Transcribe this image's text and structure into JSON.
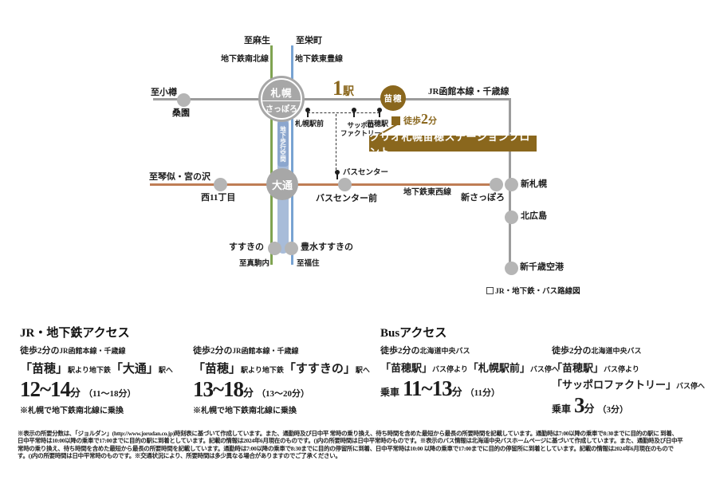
{
  "colors": {
    "brand_brown": "#8a671d",
    "tozai_orange": "#bf7d55",
    "namboku_green": "#7fa351",
    "toho_blue": "#78a3d2",
    "walkway_band": "#a8bcd9",
    "jr_gray": "#9c9c9c"
  },
  "map": {
    "to_asabu": "至麻生",
    "namboku_line": "地下鉄南北線",
    "to_sakaemachi": "至栄町",
    "toho_line": "地下鉄東豊線",
    "to_otaru": "至小樽",
    "soen": "桑園",
    "sapporo_kanji": "札幌",
    "sapporo_kana": "さっぽろ",
    "one_station_num": "1",
    "one_station_unit": "駅",
    "naebo": "苗穂",
    "jr_line": "JR函館本線・千歳線",
    "sapporo_ekimae_stop": "札幌駅前",
    "factory_stop": "サッポロ\nファクトリー",
    "naebo_stop": "苗穂駅",
    "walk_prefix": "徒歩",
    "walk_num": "2",
    "walk_unit": "分",
    "property_name": "クリオ札幌苗穂ステーションフロント",
    "bus_center_stop": "バスセンター",
    "to_kotoni": "至琴似・宮の沢",
    "nishi11": "西11丁目",
    "odori": "大通",
    "bus_center_mae": "バスセンター前",
    "tozai_line": "地下鉄東西線",
    "shin_sapporo_subway": "新さっぽろ",
    "shin_sapporo_jr": "新札幌",
    "kitahiroshima": "北広島",
    "new_chitose": "新千歳空港",
    "susukino": "すすきの",
    "hosui_susukino": "豊水すすきの",
    "to_makomanai": "至真駒内",
    "to_fukuzumi": "至福住",
    "walkway": "地下歩行空間",
    "legend": "JR・地下鉄・バス路線図"
  },
  "access": {
    "jr_heading": "JR・地下鉄アクセス",
    "bus_heading": "Busアクセス",
    "jr_cols": [
      {
        "walk": "徒歩2分の",
        "line": "JR函館本線・千歳線",
        "from": "「苗穂」",
        "via": "駅より地下鉄",
        "to": "「大通」",
        "to_suffix": "駅へ",
        "time": "12~14",
        "unit": "分",
        "range": "（11～18分）",
        "note": "※札幌で地下鉄南北線に乗換"
      },
      {
        "walk": "徒歩2分の",
        "line": "JR函館本線・千歳線",
        "from": "「苗穂」",
        "via": "駅より地下鉄",
        "to": "「すすきの」",
        "to_suffix": "駅へ",
        "time": "13~18",
        "unit": "分",
        "range": "（13～20分）",
        "note": "※札幌で地下鉄南北線に乗換"
      }
    ],
    "bus_cols": [
      {
        "walk": "徒歩2分の",
        "line": "北海道中央バス",
        "from": "「苗穂駅」",
        "from_suffix": "バス停より",
        "to": "「札幌駅前」",
        "to_suffix": "バス停へ",
        "ride": "乗車",
        "time": "11~13",
        "unit": "分",
        "range": "（11分）"
      },
      {
        "walk": "徒歩2分の",
        "line": "北海道中央バス",
        "from": "「苗穂駅」",
        "from_suffix": "バス停より",
        "to": "「サッポロファクトリー」",
        "to_suffix": "バス停へ",
        "ride": "乗車",
        "time": "3",
        "unit": "分",
        "range": "（3分）"
      }
    ]
  },
  "notes": {
    "lines": [
      "※表示の所要分数は、「ジョルダン」(http://www.jorudan.co.jp)時刻表に基づいて作成しています。また、通勤時及び日中平 常時の乗り換え、待ち時間を含めた最短から最長の所要時間を記載しています。通勤時は7:00以降の乗車で8:30までに目的の駅に 到着、",
      "日中平常時は10:00以降の乗車で17:00までに目的の駅に到着としています。記載の情報は2024年6月現在のものです。()内の所要時間は日中平常時のものです。※表示のバス情報は北海道中央バスホームページに基づいて作成しています。また、通勤時及び日中平",
      "常時の乗り換え、待ち時間を含めた最短から最長の所要時間を記載しています。通勤時は7:00以降の乗車で8:30までに目的の停留所に到着、日中平常時は10:00 以降の乗車で17:00までに目的の停留所に到着としています。記載の情報は2024年6月現在のもので",
      "す。()内の所要時間は日中平常時のものです。※交通状況により、所要時間は多少異なる場合がありますのでご了承ください。"
    ]
  }
}
